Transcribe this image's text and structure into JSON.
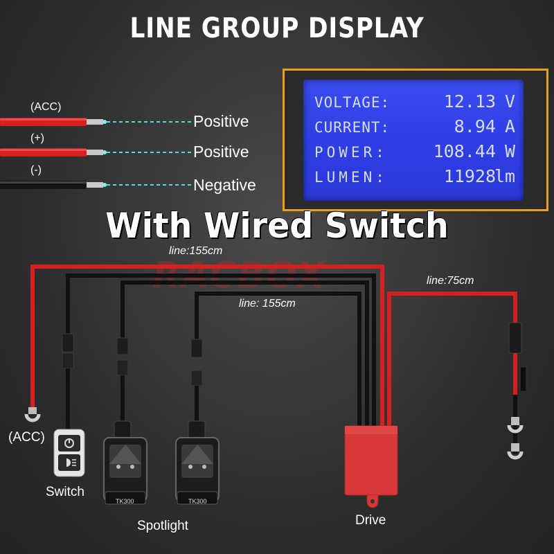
{
  "title": "LINE GROUP DISPLAY",
  "wires": [
    {
      "tag": "(ACC)",
      "name": "Positive",
      "color": "#d42020"
    },
    {
      "tag": "(+)",
      "name": "Positive",
      "color": "#d42020"
    },
    {
      "tag": "(-)",
      "name": "Negative",
      "color": "#151515"
    }
  ],
  "lcd": {
    "rows": [
      {
        "label": "VOLTAGE:",
        "value": "12.13",
        "unit": "V"
      },
      {
        "label": "CURRENT:",
        "value": "8.94",
        "unit": "A"
      },
      {
        "label": "POWER:",
        "value": "108.44",
        "unit": "W"
      },
      {
        "label": "LUMEN:",
        "value": "11928",
        "unit": "lm"
      }
    ]
  },
  "subtitle": "With Wired Switch",
  "watermark": "RACBOX",
  "lengths": {
    "top": "line:155cm",
    "middle": "line: 155cm",
    "right": "line:75cm"
  },
  "components": {
    "acc": "(ACC)",
    "switch": "Switch",
    "spotlight": "Spotlight",
    "drive": "Drive",
    "light_model": "TK300"
  },
  "colors": {
    "red_wire": "#d42020",
    "black_wire": "#111111",
    "lcd_blue": "#3344ee",
    "frame_orange": "#e8a21a",
    "drive_red": "#d8383a"
  }
}
